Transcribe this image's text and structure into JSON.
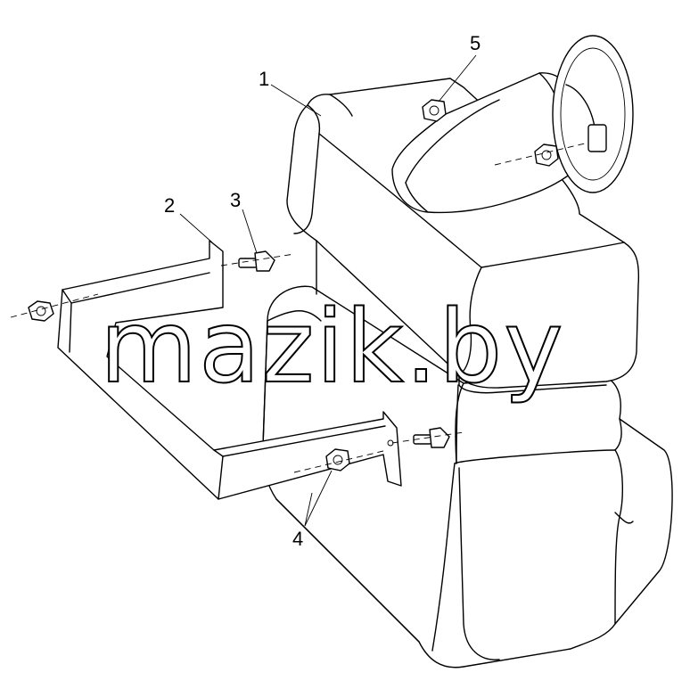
{
  "watermark": "mazik.by",
  "callouts": [
    {
      "id": "1",
      "text": "1"
    },
    {
      "id": "2",
      "text": "2"
    },
    {
      "id": "3",
      "text": "3"
    },
    {
      "id": "4",
      "text": "4"
    },
    {
      "id": "5",
      "text": "5"
    }
  ]
}
